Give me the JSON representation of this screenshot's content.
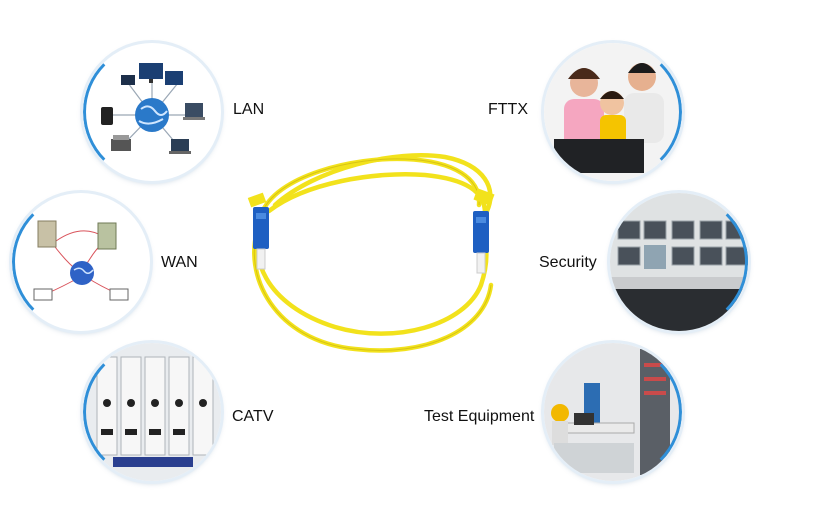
{
  "items": {
    "lan": {
      "label": "LAN"
    },
    "wan": {
      "label": "WAN"
    },
    "catv": {
      "label": "CATV"
    },
    "fttx": {
      "label": "FTTX"
    },
    "security": {
      "label": "Security"
    },
    "test": {
      "label": "Test Equipment"
    }
  },
  "colors": {
    "cable": "#f2e21c",
    "connector": "#1e5fc2",
    "ring": "#2f8fd8"
  }
}
